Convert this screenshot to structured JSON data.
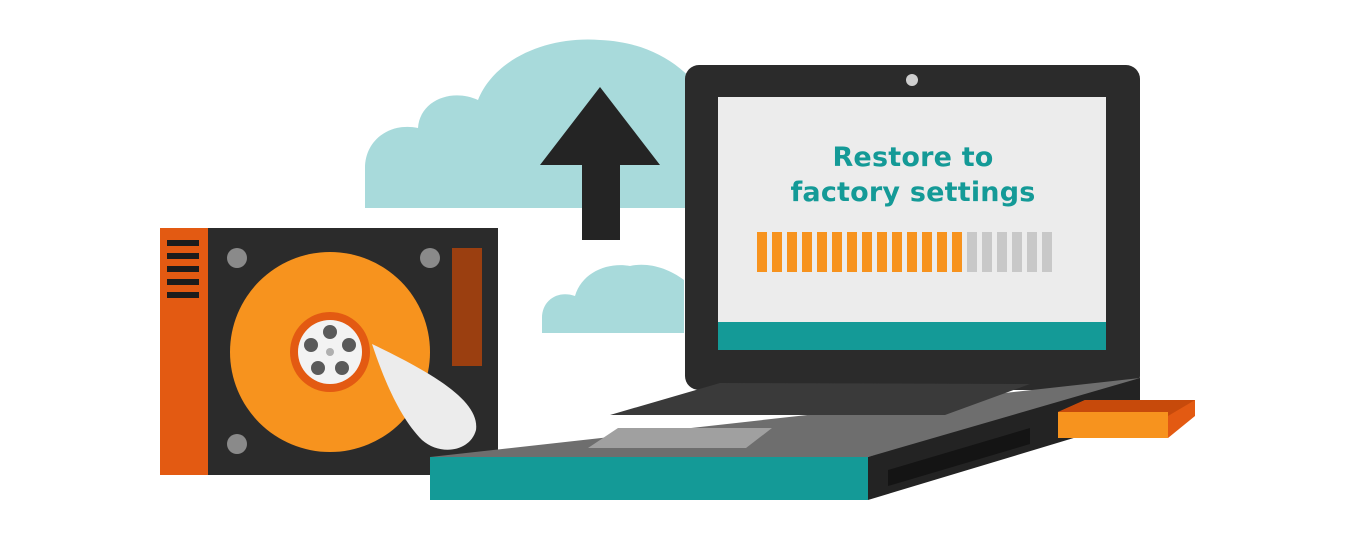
{
  "screen": {
    "title_line1": "Restore to",
    "title_line2": "factory settings"
  },
  "progress": {
    "completed_fraction": 0.7,
    "segments_total": 20,
    "segments_filled": 14
  },
  "colors": {
    "teal": "#149a97",
    "teal_light": "#a8dadb",
    "orange": "#f7931e",
    "orange_dark": "#e35a12",
    "dark": "#2b2b2b",
    "gray_pending": "#c8c8c8",
    "screen_bg": "#ececec"
  },
  "icons": {
    "upload": "upload-arrow-icon",
    "cloud": "cloud-icon",
    "hard_drive": "hard-drive-icon",
    "laptop": "laptop-icon",
    "usb": "usb-drive-icon"
  }
}
